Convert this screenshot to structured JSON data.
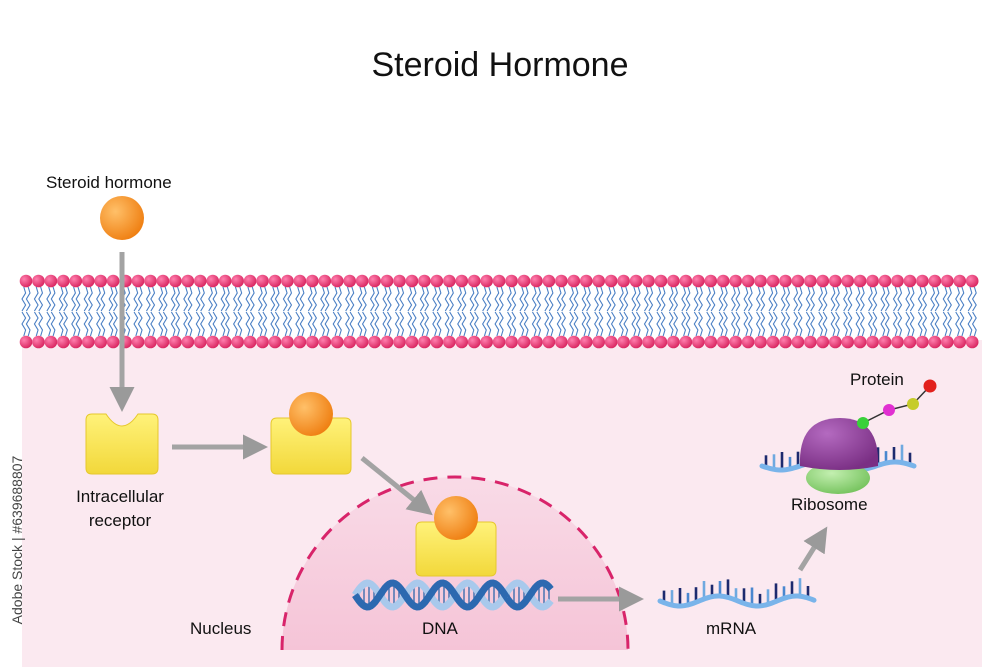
{
  "title": "Steroid Hormone",
  "labels": {
    "steroid_hormone": "Steroid hormone",
    "intracellular_receptor": "Intracellular receptor",
    "nucleus": "Nucleus",
    "dna": "DNA",
    "mrna": "mRNA",
    "ribosome": "Ribosome",
    "protein": "Protein"
  },
  "watermark": "Adobe Stock | #639688807",
  "colors": {
    "hormone": "#f28c1e",
    "receptor": "#f4e04a",
    "membrane_head": "#e0356f",
    "membrane_tail": "#4a7fc4",
    "cytoplasm": "#fbe8ef",
    "nucleus_fill": "#f8d3e1",
    "nucleus_border": "#d8246a",
    "dna": "#2c69b0",
    "ribosome_large": "#8b3d93",
    "ribosome_small": "#8fd07a",
    "arrow": "#9e9e9e",
    "protein_beads": [
      "#39d13a",
      "#e12fd1",
      "#c6cc2a",
      "#e2211c"
    ]
  }
}
